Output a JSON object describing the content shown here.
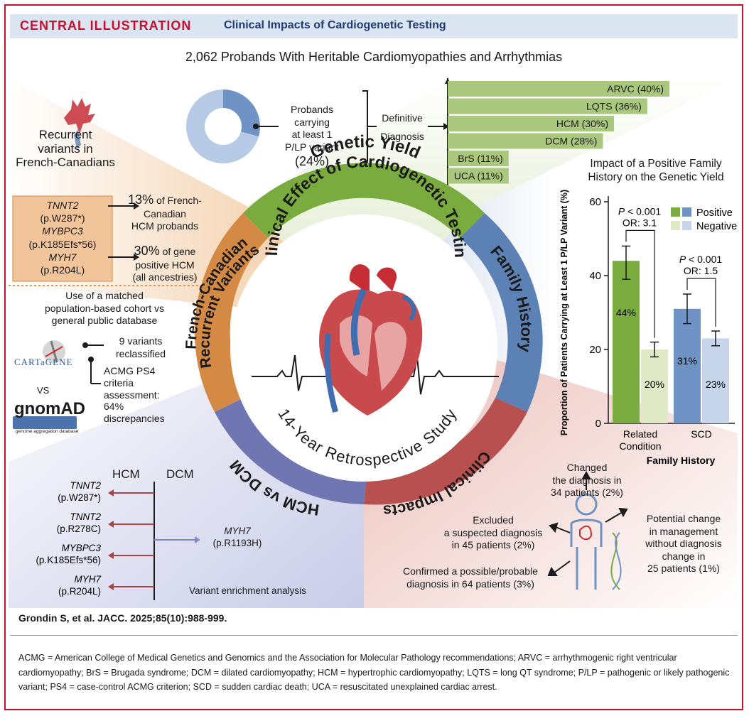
{
  "header": {
    "label": "CENTRAL ILLUSTRATION",
    "title": "Clinical Impacts of Cardiogenetic Testing"
  },
  "subtitle": "2,062 Probands With Heritable Cardiomyopathies and Arrhythmias",
  "center": {
    "ring_title": "Clinical Effect of Cardiogenetic Testing",
    "ring_bottom": "14-Year Retrospective Study",
    "segments": {
      "genetic_yield": "Genetic Yield",
      "family_history": "Family History",
      "clinical_impacts": "Clinical Impacts",
      "hcm_vs_dcm": "HCM vs DCM",
      "french_canadian_1": "French-Canadian",
      "french_canadian_2": "Recurrent Variants"
    }
  },
  "genetic_yield": {
    "donut_percent": 24,
    "proband_text_1": "Probands carrying",
    "proband_text_2": "at least 1",
    "proband_text_3": "P/LP variant",
    "proband_pct": "(24%)",
    "definitive_1": "Definitive",
    "definitive_2": "Diagnosis",
    "bars": [
      {
        "label": "ARVC (40%)",
        "value": 40
      },
      {
        "label": "LQTS (36%)",
        "value": 36
      },
      {
        "label": "HCM (30%)",
        "value": 30
      },
      {
        "label": "DCM (28%)",
        "value": 28
      },
      {
        "label": "BrS (11%)",
        "value": 11
      },
      {
        "label": "UCA (11%)",
        "value": 11
      }
    ]
  },
  "chart_data": {
    "type": "bar",
    "title": "Impact of a Positive Family History on the Genetic Yield",
    "xlabel": "Family History",
    "ylabel": "Proportion of Patients Carrying at Least 1 P/LP Variant (%)",
    "ylim": [
      0,
      60
    ],
    "yticks": [
      0,
      20,
      40,
      60
    ],
    "categories": [
      "Related Condition",
      "SCD"
    ],
    "category_lines": [
      [
        "Related",
        "Condition"
      ],
      [
        "SCD"
      ]
    ],
    "series": [
      {
        "name": "Positive",
        "values": [
          44,
          31
        ],
        "labels": [
          "44%",
          "31%"
        ],
        "err_low": [
          39,
          27
        ],
        "err_high": [
          48,
          35
        ],
        "colors": [
          "#7aab3e",
          "#6f93c4"
        ]
      },
      {
        "name": "Negative",
        "values": [
          20,
          23
        ],
        "labels": [
          "20%",
          "23%"
        ],
        "err_low": [
          18,
          21
        ],
        "err_high": [
          22,
          25
        ],
        "colors": [
          "#dfe9c6",
          "#c7d5ea"
        ]
      }
    ],
    "annotations": [
      {
        "category": "Related Condition",
        "p": "P < 0.001",
        "or": "OR: 3.1"
      },
      {
        "category": "SCD",
        "p": "P < 0.001",
        "or": "OR: 1.5"
      }
    ],
    "legend_position": "top-right"
  },
  "french_canadian": {
    "recurrent_1": "Recurrent",
    "recurrent_2": "variants in",
    "recurrent_3": "French-Canadians",
    "variants": [
      "TNNT2",
      "(p.W287*)",
      "MYBPC3",
      "(p.K185Efs*56)",
      "MYH7",
      "(p.R204L)"
    ],
    "stat1_pct": "13%",
    "stat1_text_1": "of French-",
    "stat1_text_2": "Canadian",
    "stat1_text_3": "HCM probands",
    "stat2_pct": "30%",
    "stat2_text_1": "of gene",
    "stat2_text_2": "positive HCM",
    "stat2_text_3": "(all ancestries)",
    "cohort_1": "Use of a matched",
    "cohort_2": "population-based cohort vs",
    "cohort_3": "general public database",
    "cartagene": "CARTaGENE",
    "vs": "VS",
    "gnomad": "gnomAD",
    "gnomad_sub": "genome aggregation database",
    "reclass_1": "9 variants",
    "reclass_2": "reclassified",
    "acmg_1": "ACMG PS4",
    "acmg_2": "criteria",
    "acmg_3": "assessment:",
    "acmg_4": "64%",
    "acmg_5": "discrepancies"
  },
  "hcm_dcm": {
    "hcm": "HCM",
    "dcm": "DCM",
    "hcm_variants": [
      [
        "TNNT2",
        "(p.W287*)"
      ],
      [
        "TNNT2",
        "(p.R278C)"
      ],
      [
        "MYBPC3",
        "(p.K185Efs*56)"
      ],
      [
        "MYH7",
        "(p.R204L)"
      ]
    ],
    "dcm_variant": [
      "MYH7",
      "(p.R1193H)"
    ],
    "caption": "Variant enrichment analysis",
    "color_hcm": "#a94444",
    "color_dcm": "#7e8bc4"
  },
  "clinical": {
    "changed": [
      "Changed",
      "the diagnosis in",
      "34 patients (2%)"
    ],
    "excluded": [
      "Excluded",
      "a suspected diagnosis",
      "in 45 patients (2%)"
    ],
    "potential": [
      "Potential change",
      "in management",
      "without diagnosis",
      "change in",
      "25 patients (1%)"
    ],
    "confirmed": [
      "Confirmed a possible/probable",
      "diagnosis in 64 patients (3%)"
    ]
  },
  "colors": {
    "green": "#7aab3e",
    "blue": "#5b81b5",
    "red": "#b7504e",
    "indigo": "#6f76b2",
    "orange": "#d48a45",
    "brand_red": "#c8102e"
  },
  "citation": "Grondin S, et al. JACC. 2025;85(10):988-999.",
  "abbreviations": "ACMG = American College of Medical Genetics and Genomics and the Association for Molecular Pathology recommendations; ARVC = arrhythmogenic right ventricular cardiomyopathy; BrS = Brugada syndrome; DCM = dilated cardiomyopathy; HCM = hypertrophic cardiomyopathy; LQTS = long QT syndrome; P/LP = pathogenic or likely pathogenic variant; PS4 = case-control ACMG criterion; SCD = sudden cardiac death; UCA = resuscitated unexplained cardiac arrest."
}
